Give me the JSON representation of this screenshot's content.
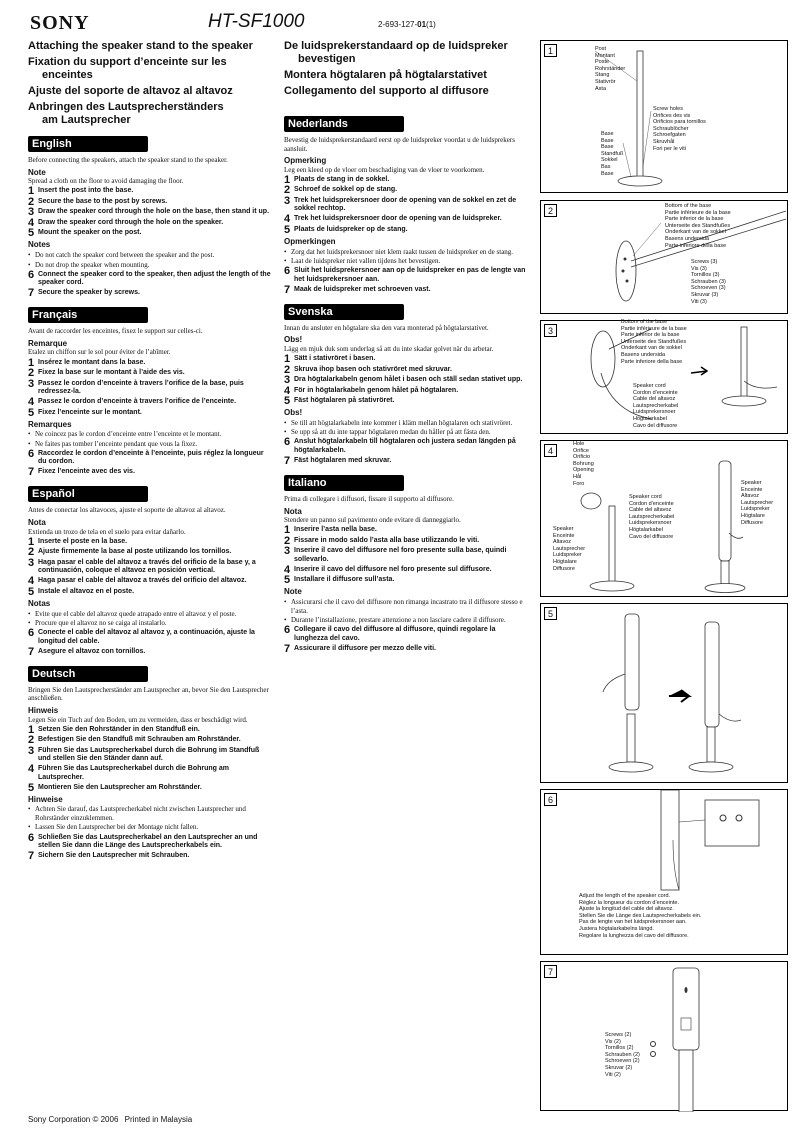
{
  "header": {
    "brand": "SONY",
    "model": "HT-SF1000",
    "part_no": "2-693-127-",
    "part_rev": "01",
    "part_suffix": "(1)"
  },
  "titles_left": [
    "Attaching the speaker stand to the speaker",
    "Fixation du support d’enceinte sur les",
    "enceintes",
    "Ajuste del soporte de altavoz al altavoz",
    "Anbringen des Lautsprecherständers",
    "am Lautsprecher"
  ],
  "titles_right": [
    "De luidsprekerstandaard op de luidspreker",
    "bevestigen",
    "Montera högtalaren på högtalarstativet",
    "Collegamento del supporto al diffusore"
  ],
  "sections": {
    "english": {
      "name": "English",
      "intro": "Before connecting the speakers, attach the speaker stand to the speaker.",
      "note_head": "Note",
      "note": "Spread a cloth on the floor to avoid damaging the floor.",
      "steps": [
        "Insert the post into the base.",
        "Secure the base to the post by screws.",
        "Draw the speaker cord through the hole on the base, then stand it up.",
        "Draw the speaker cord through the hole on the speaker.",
        "Mount the speaker on the post."
      ],
      "notes_head": "Notes",
      "notes": [
        "Do not catch the speaker cord between the speaker and the post.",
        "Do not drop the speaker when mounting."
      ],
      "steps2": [
        "Connect the speaker cord to the speaker, then adjust the length of the speaker cord.",
        "Secure the speaker by screws."
      ]
    },
    "francais": {
      "name": "Français",
      "intro": "Avant de raccorder les enceintes, fixez le support sur celles-ci.",
      "note_head": "Remarque",
      "note": "Etalez un chiffon sur le sol pour éviter de l’abîmer.",
      "steps": [
        "Insérez le montant dans la base.",
        "Fixez la base sur le montant à l’aide des vis.",
        "Passez le cordon d’enceinte à travers l’orifice de la base, puis redressez-la.",
        "Passez le cordon d’enceinte à travers l’orifice de l’enceinte.",
        "Fixez l’enceinte sur le montant."
      ],
      "notes_head": "Remarques",
      "notes": [
        "Ne coincez pas le cordon d’enceinte entre l’enceinte et le montant.",
        "Ne faites pas tomber l’enceinte pendant que vous la fixez."
      ],
      "steps2": [
        "Raccordez le cordon d’enceinte à l’enceinte, puis réglez la longueur du cordon.",
        "Fixez l’enceinte avec des vis."
      ]
    },
    "espanol": {
      "name": "Español",
      "intro": "Antes de conectar los altavoces, ajuste el soporte de altavoz al altavoz.",
      "note_head": "Nota",
      "note": "Extienda un trozo de tela en el suelo para evitar dañarlo.",
      "steps": [
        "Inserte el poste en la base.",
        "Ajuste firmemente la base al poste utilizando los tornillos.",
        "Haga pasar el cable del altavoz a través del orificio de la base y, a continuación, coloque el altavoz en posición vertical.",
        "Haga pasar el cable del altavoz a través del orificio del altavoz.",
        "Instale el altavoz en el poste."
      ],
      "notes_head": "Notas",
      "notes": [
        "Evite que el cable del altavoz quede atrapado entre el altavoz y el poste.",
        "Procure que el altavoz no se caiga al instalarlo."
      ],
      "steps2": [
        "Conecte el cable del altavoz al altavoz y, a continuación, ajuste la longitud del cable.",
        "Asegure el altavoz con tornillos."
      ]
    },
    "deutsch": {
      "name": "Deutsch",
      "intro": "Bringen Sie den Lautsprecherständer am Lautsprecher an, bevor Sie den Lautsprecher anschließen.",
      "note_head": "Hinweis",
      "note": "Legen Sie ein Tuch auf den Boden, um zu vermeiden, dass er beschädigt wird.",
      "steps": [
        "Setzen Sie den Rohrständer in den Standfuß ein.",
        "Befestigen Sie den Standfuß mit Schrauben am Rohrständer.",
        "Führen Sie das Lautsprecherkabel durch die Bohrung im Standfuß und stellen Sie den Ständer dann auf.",
        "Führen Sie das Lautsprecherkabel durch die Bohrung am Lautsprecher.",
        "Montieren Sie den Lautsprecher am Rohrständer."
      ],
      "notes_head": "Hinweise",
      "notes": [
        "Achten Sie darauf, das Lautsprecherkabel nicht zwischen Lautsprecher und Rohrständer einzuklemmen.",
        "Lassen Sie den Lautsprecher bei der Montage nicht fallen."
      ],
      "steps2": [
        "Schließen Sie das Lautsprecherkabel an den Lautsprecher an und stellen Sie dann die Länge des Lautsprecherkabels ein.",
        "Sichern Sie den Lautsprecher mit Schrauben."
      ]
    },
    "nederlands": {
      "name": "Nederlands",
      "intro": "Bevestig de luidsprekerstandaard eerst op de luidspreker voordat u de luidsprekers aansluit.",
      "note_head": "Opmerking",
      "note": "Leg een kleed op de vloer om beschadiging van de vloer te voorkomen.",
      "steps": [
        "Plaats de stang in de sokkel.",
        "Schroef de sokkel op de stang.",
        "Trek het luidsprekersnoer door de opening van de sokkel en zet de sokkel rechtop.",
        "Trek het luidsprekersnoer door de opening van de luidspreker.",
        "Plaats de luidspreker op de stang."
      ],
      "notes_head": "Opmerkingen",
      "notes": [
        "Zorg dat het luidsprekersnoer niet klem raakt tussen de luidspreker en de stang.",
        "Laat de luidspreker niet vallen tijdens het bevestigen."
      ],
      "steps2": [
        "Sluit het luidsprekersnoer aan op de luidspreker en pas de lengte van het luidsprekersnoer aan.",
        "Maak de luidspreker met schroeven vast."
      ]
    },
    "svenska": {
      "name": "Svenska",
      "intro": "Innan du ansluter en högtalare ska den vara monterad på högtalarstativet.",
      "note_head": "Obs!",
      "note": "Lägg en mjuk duk som underlag så att du inte skadar golvet när du arbetar.",
      "steps": [
        "Sätt i stativröret i basen.",
        "Skruva ihop basen och stativröret med skruvar.",
        "Dra högtalarkabeln genom hålet i basen och ställ sedan stativet upp.",
        "För in högtalarkabeln genom hålet på högtalaren.",
        "Fäst högtalaren på stativröret."
      ],
      "notes_head": "Obs!",
      "notes": [
        "Se till att högtalarkabeln inte kommer i kläm mellan högtalaren och stativröret.",
        "Se upp så att du inte tappar högtalaren medan du håller på att fästa den."
      ],
      "steps2": [
        "Anslut högtalarkabeln till högtalaren och justera sedan längden på högtalarkabeln.",
        "Fäst högtalaren med skruvar."
      ]
    },
    "italiano": {
      "name": "Italiano",
      "intro": "Prima di collegare i diffusori, fissare il supporto al diffusore.",
      "note_head": "Nota",
      "note": "Stendere un panno sul pavimento onde evitare di danneggiarlo.",
      "steps": [
        "Inserire l’asta nella base.",
        "Fissare in modo saldo l’asta alla base utilizzando le viti.",
        "Inserire il cavo del diffusore nel foro presente sulla base, quindi sollevarlo.",
        "Inserire il cavo del diffusore nel foro presente sul diffusore.",
        "Installare il diffusore sull’asta."
      ],
      "notes_head": "Note",
      "notes": [
        "Assicurarsi che il cavo del diffusore non rimanga incastrato tra il diffusore stesso e l’asta.",
        "Durante l’installazione, prestare attenzione a non lasciare cadere il diffusore."
      ],
      "steps2": [
        "Collegare il cavo del diffusore al diffusore, quindi regolare la lunghezza del cavo.",
        "Assicurare il diffusore per mezzo delle viti."
      ]
    }
  },
  "panels": {
    "p1": {
      "num": "1",
      "post": "Post\nMontant\nPoste\nRohrständer\nStang\nStativrör\nAsta",
      "screw_holes": "Screw holes\nOrifices des vis\nOrificios para tornillos\nSchraublöcher\nSchroefgaten\nSkruvhål\nFori per le viti",
      "base": "Base\nBase\nBase\nStandfuß\nSokkel\nBas\nBase"
    },
    "p2": {
      "num": "2",
      "bottom": "Bottom of the base\nPartie inférieure de la base\nParte inferior de la base\nUnterseite des Standfußes\nOnderkant van de sokkel\nBasens undersida\nParte inferiore della base",
      "screws": "Screws (3)\nVis (3)\nTornillos (3)\nSchrauben (3)\nSchroeven (3)\nSkruvar (3)\nViti (3)"
    },
    "p3": {
      "num": "3",
      "bottom": "Bottom of the base\nPartie inférieure de la base\nParte inferior de la base\nUnterseite des Standfußes\nOnderkant van de sokkel\nBasens undersida\nParte inferiore della base",
      "cord": "Speaker cord\nCordon d’enceinte\nCable del altavoz\nLautsprecherkabel\nLuidsprekersnoer\nHögtalarkabel\nCavo del diffusore"
    },
    "p4": {
      "num": "4",
      "hole": "Hole\nOrifice\nOrificio\nBohrung\nOpening\nHål\nForo",
      "cord": "Speaker cord\nCordon d’enceinte\nCable del altavoz\nLautsprecherkabel\nLuidsprekersnoer\nHögtalarkabel\nCavo del diffusore",
      "speaker_l": "Speaker\nEnceinte\nAltavoz\nLautsprecher\nLuidspreker\nHögtalare\nDiffusore",
      "speaker_r": "Speaker\nEnceinte\nAltavoz\nLautsprecher\nLuidspreker\nHögtalare\nDiffusore"
    },
    "p5": {
      "num": "5"
    },
    "p6": {
      "num": "6",
      "adjust": "Adjust the length of the speaker cord.\nRéglez la longueur du cordon d’enceinte.\nAjuste la longitud del cable del altavoz.\nStellen Sie die Länge des Lautsprecherkabels ein.\nPas de lengte van het luidsprekersnoer aan.\nJustera högtalarkabelns längd.\nRegolare la lunghezza del cavo del diffusore."
    },
    "p7": {
      "num": "7",
      "screws": "Screws (2)\nVis (2)\nTornillos (2)\nSchrauben (2)\nSchroeven (2)\nSkruvar (2)\nViti (2)"
    }
  },
  "footer": {
    "corp": "Sony Corporation © 2006",
    "printed": "Printed in Malaysia"
  }
}
